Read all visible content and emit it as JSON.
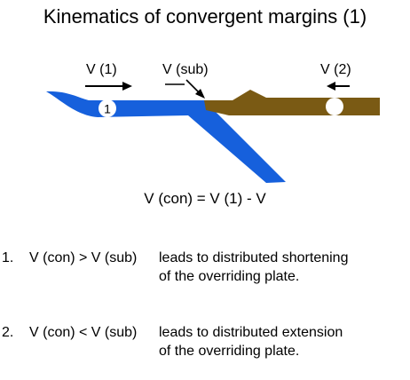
{
  "title": "Kinematics of convergent margins (1)",
  "labels": {
    "v1": "V (1)",
    "vsub": "V (sub)",
    "v2": "V (2)",
    "plate_number": "1"
  },
  "equation": "V (con) = V (1) - V",
  "items": [
    {
      "number": "1.",
      "condition": "V (con) > V (sub)",
      "text_line1": "leads to distributed shortening",
      "text_line2": "of the overriding plate."
    },
    {
      "number": "2.",
      "condition": "V (con) < V (sub)",
      "text_line1": "leads to distributed extension",
      "text_line2": "of the overriding plate."
    }
  ],
  "colors": {
    "subducting_plate": "#1660dc",
    "overriding_plate": "#7a5a14",
    "background": "#ffffff",
    "arrows": "#000000"
  }
}
